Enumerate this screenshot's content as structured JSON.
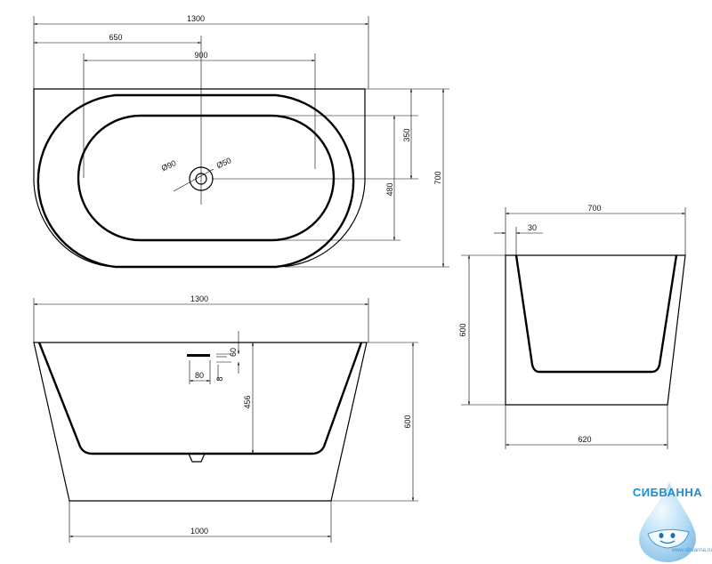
{
  "dims": {
    "top_width": "1300",
    "top_left_offset": "650",
    "top_inner": "900",
    "drain_d1": "Ø90",
    "drain_d2": "Ø50",
    "top_350": "350",
    "top_480": "480",
    "top_700": "700",
    "side_700": "700",
    "side_30": "30",
    "side_600": "600",
    "side_620": "620",
    "front_1300": "1300",
    "front_60": "60",
    "front_80": "80",
    "front_8": "8",
    "front_456": "456",
    "front_600": "600",
    "front_1000": "1000"
  },
  "logo": {
    "name": "СИБВАННА",
    "url": "www.sibvanna.ru"
  },
  "colors": {
    "line": "#000000",
    "logo_blue": "#1c8fd1"
  }
}
